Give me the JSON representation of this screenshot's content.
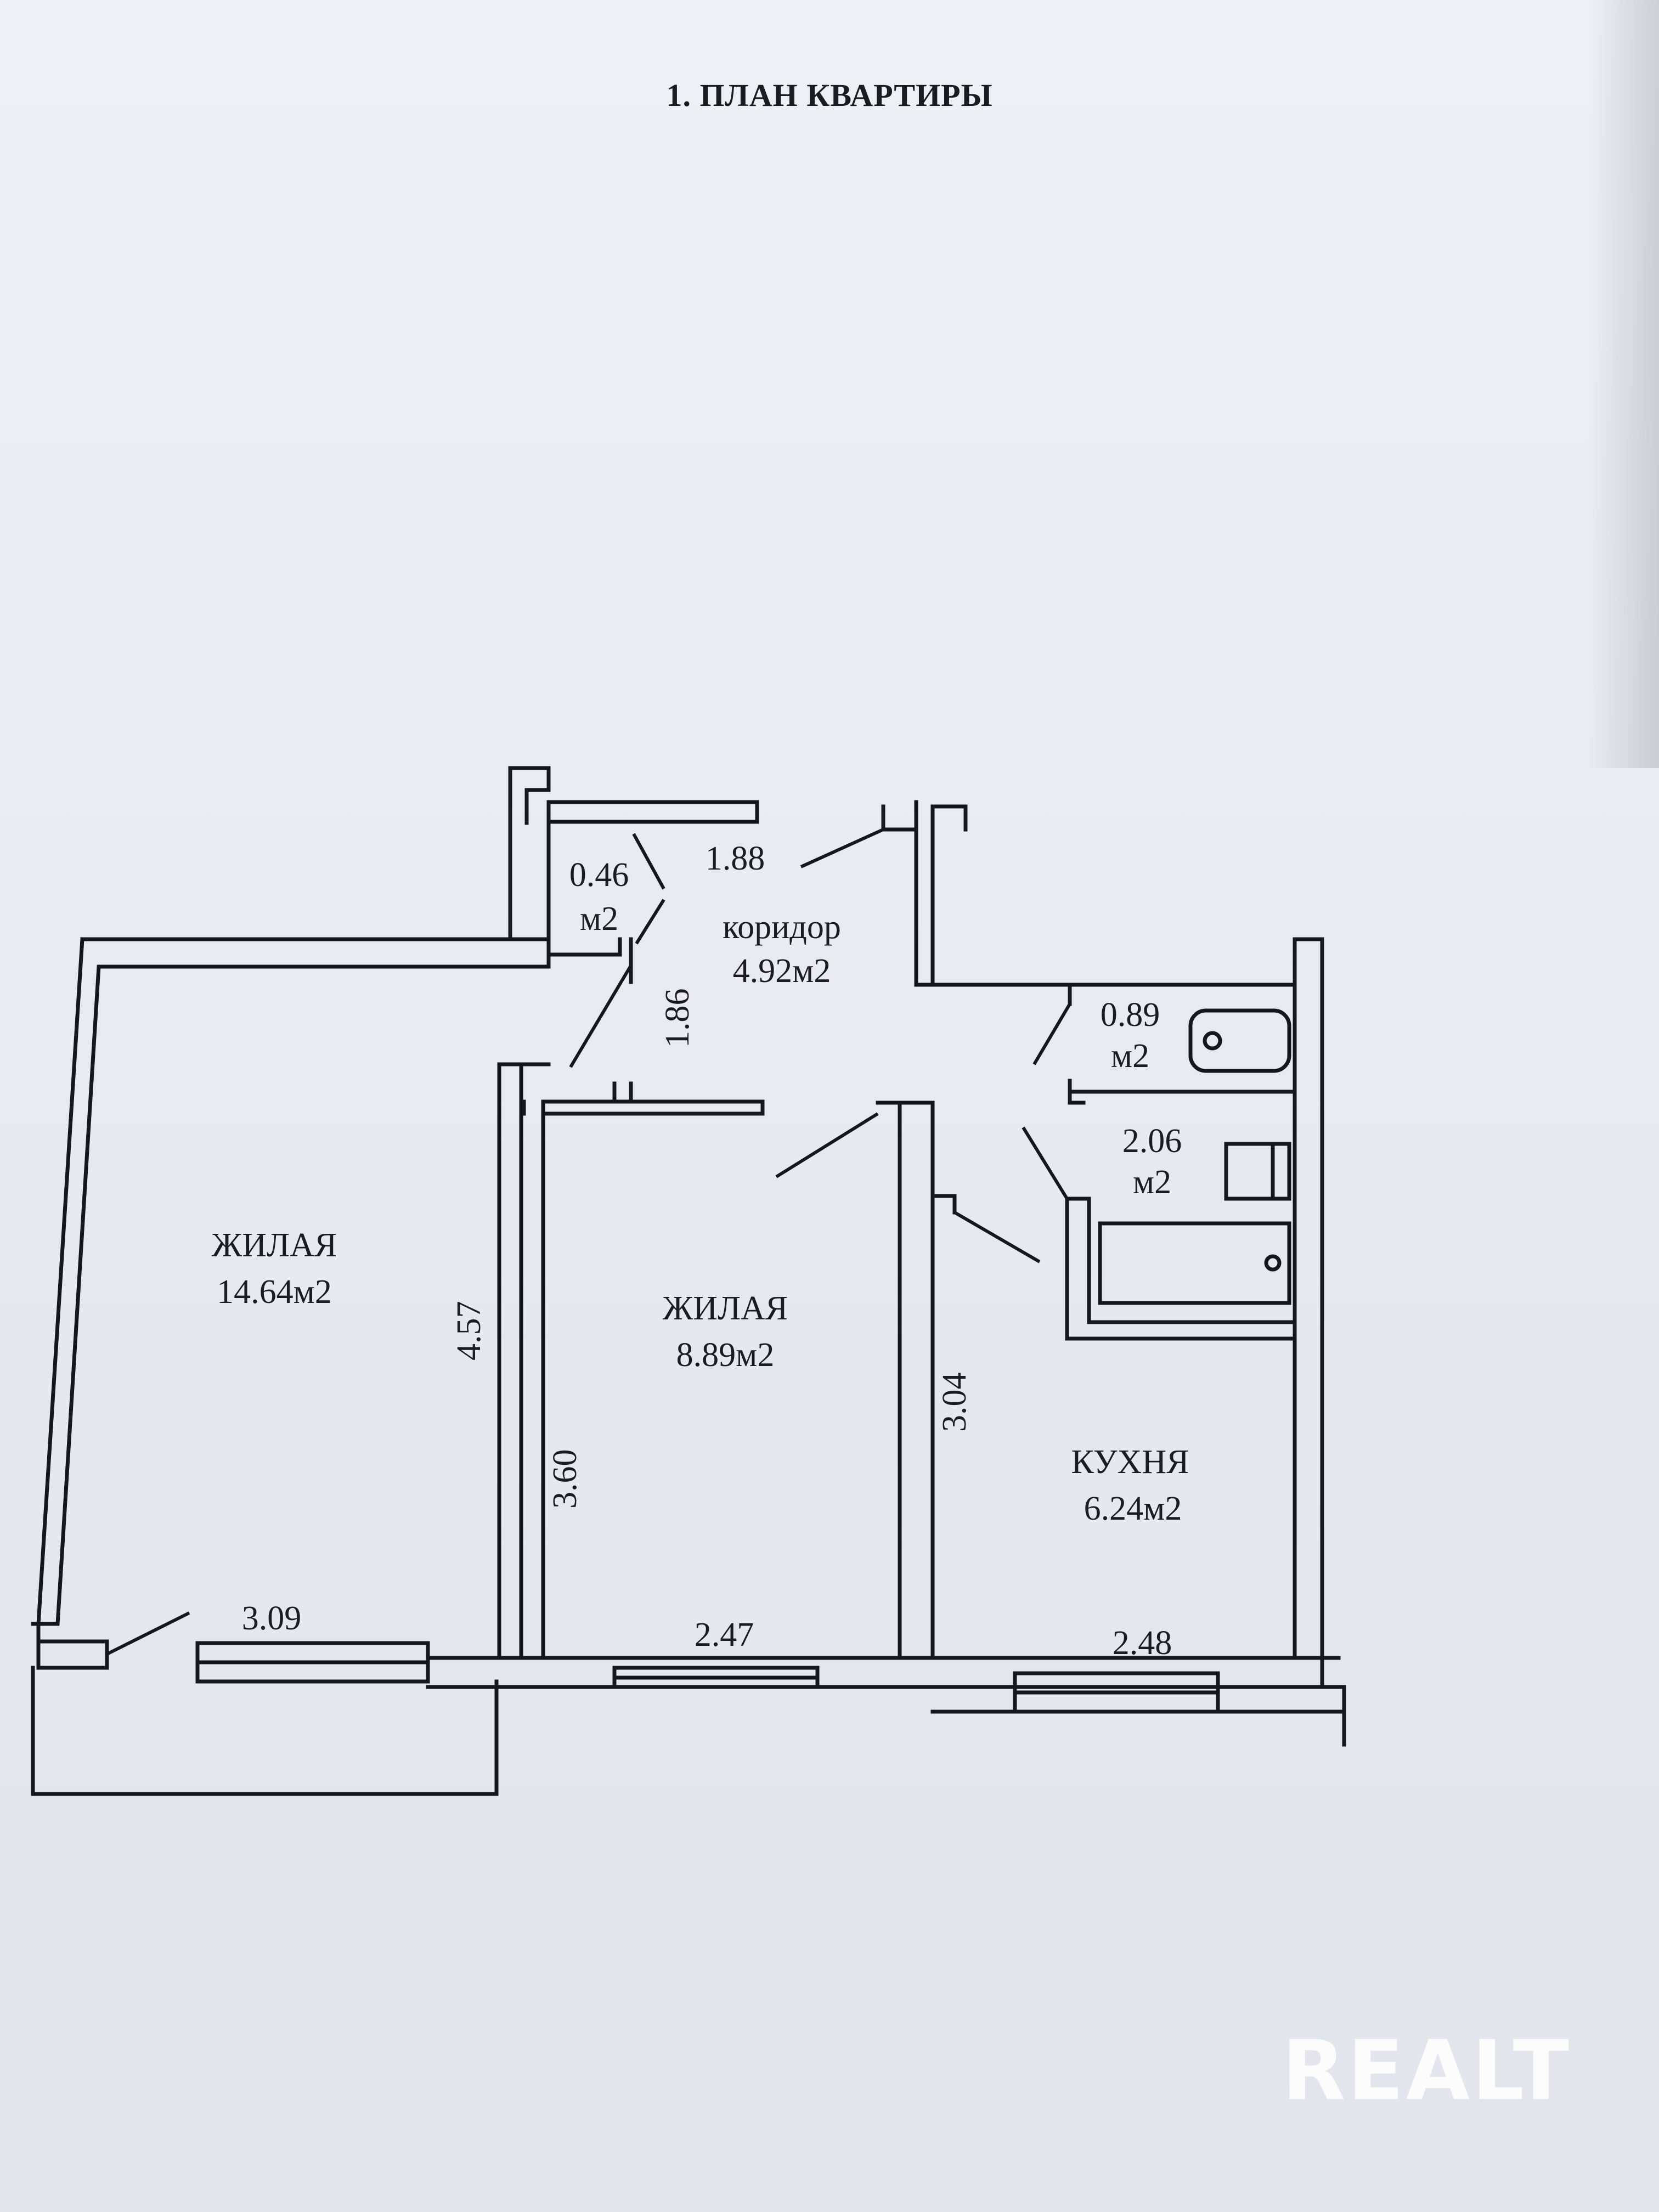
{
  "document": {
    "title": "1. ПЛАН КВАРТИРЫ"
  },
  "plan": {
    "wc": {
      "area_line1": "0.46",
      "area_line2": "м2"
    },
    "corridor": {
      "name": "коридор",
      "area": "4.92м2",
      "dim_top": "1.88",
      "dim_side": "1.86"
    },
    "living_large": {
      "name": "ЖИЛАЯ",
      "area": "14.64м2",
      "dim_side": "4.57",
      "dim_bottom": "3.09"
    },
    "living_small": {
      "name": "ЖИЛАЯ",
      "area": "8.89м2",
      "dim_side": "3.60",
      "dim_bottom": "2.47"
    },
    "kitchen": {
      "name": "КУХНЯ",
      "area": "6.24м2",
      "dim_side": "3.04",
      "dim_bottom": "2.48"
    },
    "bath_small": {
      "area_line1": "0.89",
      "area_line2": "м2"
    },
    "bath_large": {
      "area_line1": "2.06",
      "area_line2": "м2"
    }
  },
  "watermark": {
    "text": "REALT"
  }
}
